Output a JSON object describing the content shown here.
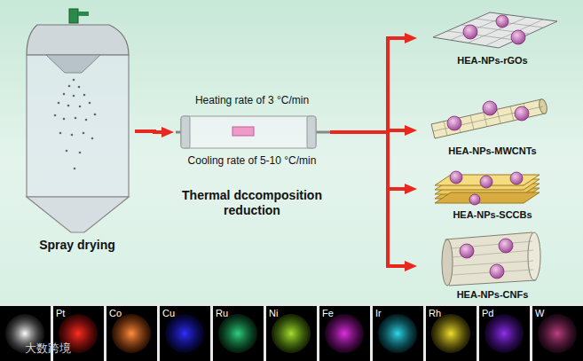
{
  "diagram": {
    "nodes": [
      {
        "text": [
          "Spray drying"
        ]
      },
      {
        "text": [
          "Heating rate of 3 °C/min",
          "Cooling rate of 5-10 °C/min",
          "Thermal dccomposition reduction"
        ]
      },
      {
        "text": [
          "HEA-NPs-rGOs"
        ]
      },
      {
        "text": [
          "HEA-NPs-MWCNTs"
        ]
      },
      {
        "text": [
          "HEA-NPs-SCCBs"
        ]
      },
      {
        "text": [
          "HEA-NPs-CNFs"
        ]
      }
    ],
    "edges": [
      {
        "from": 0,
        "to": 1,
        "arrow": "to"
      },
      {
        "from": 1,
        "to": 2,
        "arrow": "to"
      },
      {
        "from": 1,
        "to": 3,
        "arrow": "to"
      },
      {
        "from": 1,
        "to": 4,
        "arrow": "to"
      },
      {
        "from": 1,
        "to": 5,
        "arrow": "to"
      }
    ],
    "labels": [
      "Pt",
      "Co",
      "Cu",
      "Ru",
      "Ni",
      "Fe",
      "Ir",
      "Rh",
      "Pd",
      "W",
      "大数跨境"
    ]
  }
}
